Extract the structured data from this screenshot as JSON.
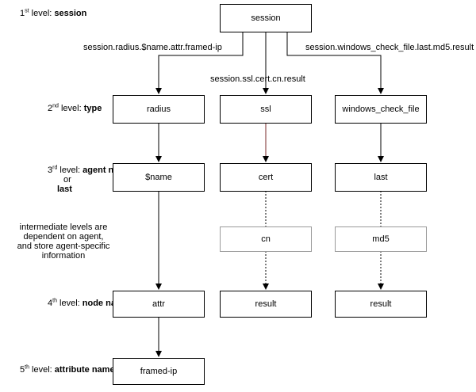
{
  "levels": {
    "l1": {
      "num": "1",
      "sup": "st",
      "text": " level: ",
      "bold": "session"
    },
    "l2": {
      "num": "2",
      "sup": "nd",
      "text": " level: ",
      "bold": "type"
    },
    "l3": {
      "num": "3",
      "sup": "rd",
      "text": " level: ",
      "bold": "agent name",
      "or": "or",
      "bold2": "last"
    },
    "intermediate": [
      "intermediate levels are",
      "dependent on agent,",
      "and store agent-specific",
      "information"
    ],
    "l4": {
      "num": "4",
      "sup": "th",
      "text": " level: ",
      "bold": "node name"
    },
    "l5": {
      "num": "5",
      "sup": "th",
      "text": " level: ",
      "bold": "attribute name"
    }
  },
  "nodes": {
    "session": "session",
    "radius": "radius",
    "ssl": "ssl",
    "windows_check_file": "windows_check_file",
    "name": "$name",
    "cert": "cert",
    "last": "last",
    "cn": "cn",
    "md5": "md5",
    "attr": "attr",
    "result1": "result",
    "result2": "result",
    "framed_ip": "framed-ip"
  },
  "paths": {
    "radius": "session.radius.$name.attr.framed-ip",
    "ssl": "session.ssl.cert.cn.result",
    "windows": "session.windows_check_file.last.md5.result"
  }
}
